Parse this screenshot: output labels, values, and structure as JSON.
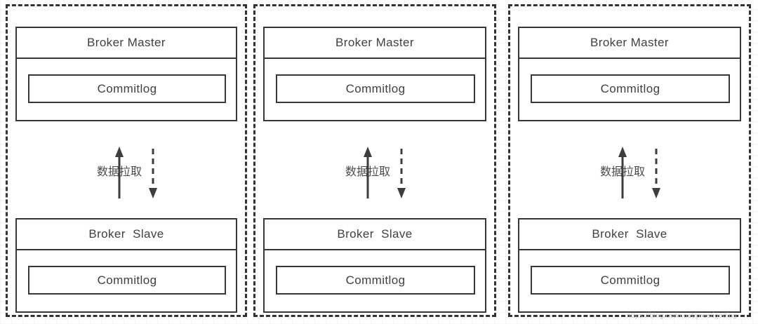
{
  "colors": {
    "line": "#373737",
    "dashed_border": "#333333",
    "text": "#3f3f3f",
    "label_text": "#4a4a4a",
    "background": "#ffffff",
    "watermark": "#c8c8c8"
  },
  "panels": [
    {
      "master": {
        "title": "Broker Master",
        "inner": "Commitlog"
      },
      "link_label": "数据拉取",
      "slave": {
        "title": "Broker  Slave",
        "inner": "Commitlog"
      }
    },
    {
      "master": {
        "title": "Broker Master",
        "inner": "Commitlog"
      },
      "link_label": "数据拉取",
      "slave": {
        "title": "Broker  Slave",
        "inner": "Commitlog"
      }
    },
    {
      "master": {
        "title": "Broker Master",
        "inner": "Commitlog"
      },
      "link_label": "数据拉取",
      "slave": {
        "title": "Broker  Slave",
        "inner": "Commitlog"
      }
    }
  ],
  "watermark": {
    "text": "https://blog.csdn.net/prestigeding"
  }
}
